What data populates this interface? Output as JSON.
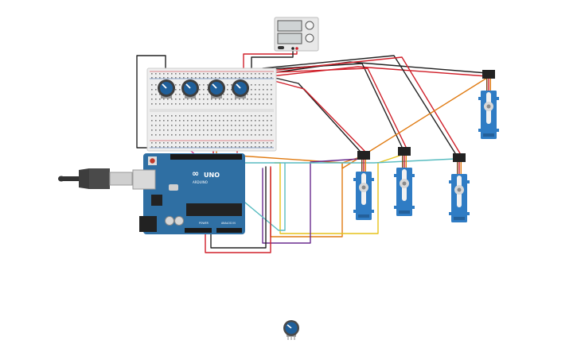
{
  "canvas": {
    "background": "#ffffff"
  },
  "power_supply": {
    "label": ""
  },
  "arduino": {
    "logo_text": "ARDUINO",
    "model_text": "UNO",
    "power_header_text": "POWER",
    "analog_header_text": "ANALOG IN",
    "board_color": "#2f6fa3"
  },
  "usb_cable": {
    "icon": "usb-plug-icon"
  },
  "potentiometers": {
    "count_on_breadboard": 4,
    "knob_color": "#1f5f9a",
    "spare_count": 1
  },
  "servos": {
    "count": 4,
    "body_color": "#2f7cc4",
    "header_color": "#222222"
  },
  "wire_colors": {
    "power": "#d0202a",
    "ground": "#222222",
    "signal_orange": "#e07b12",
    "signal_yellow": "#e6c21a",
    "signal_purple": "#6a2b8e",
    "signal_cyan": "#58bcc0",
    "signal_pink": "#d43c8e"
  }
}
